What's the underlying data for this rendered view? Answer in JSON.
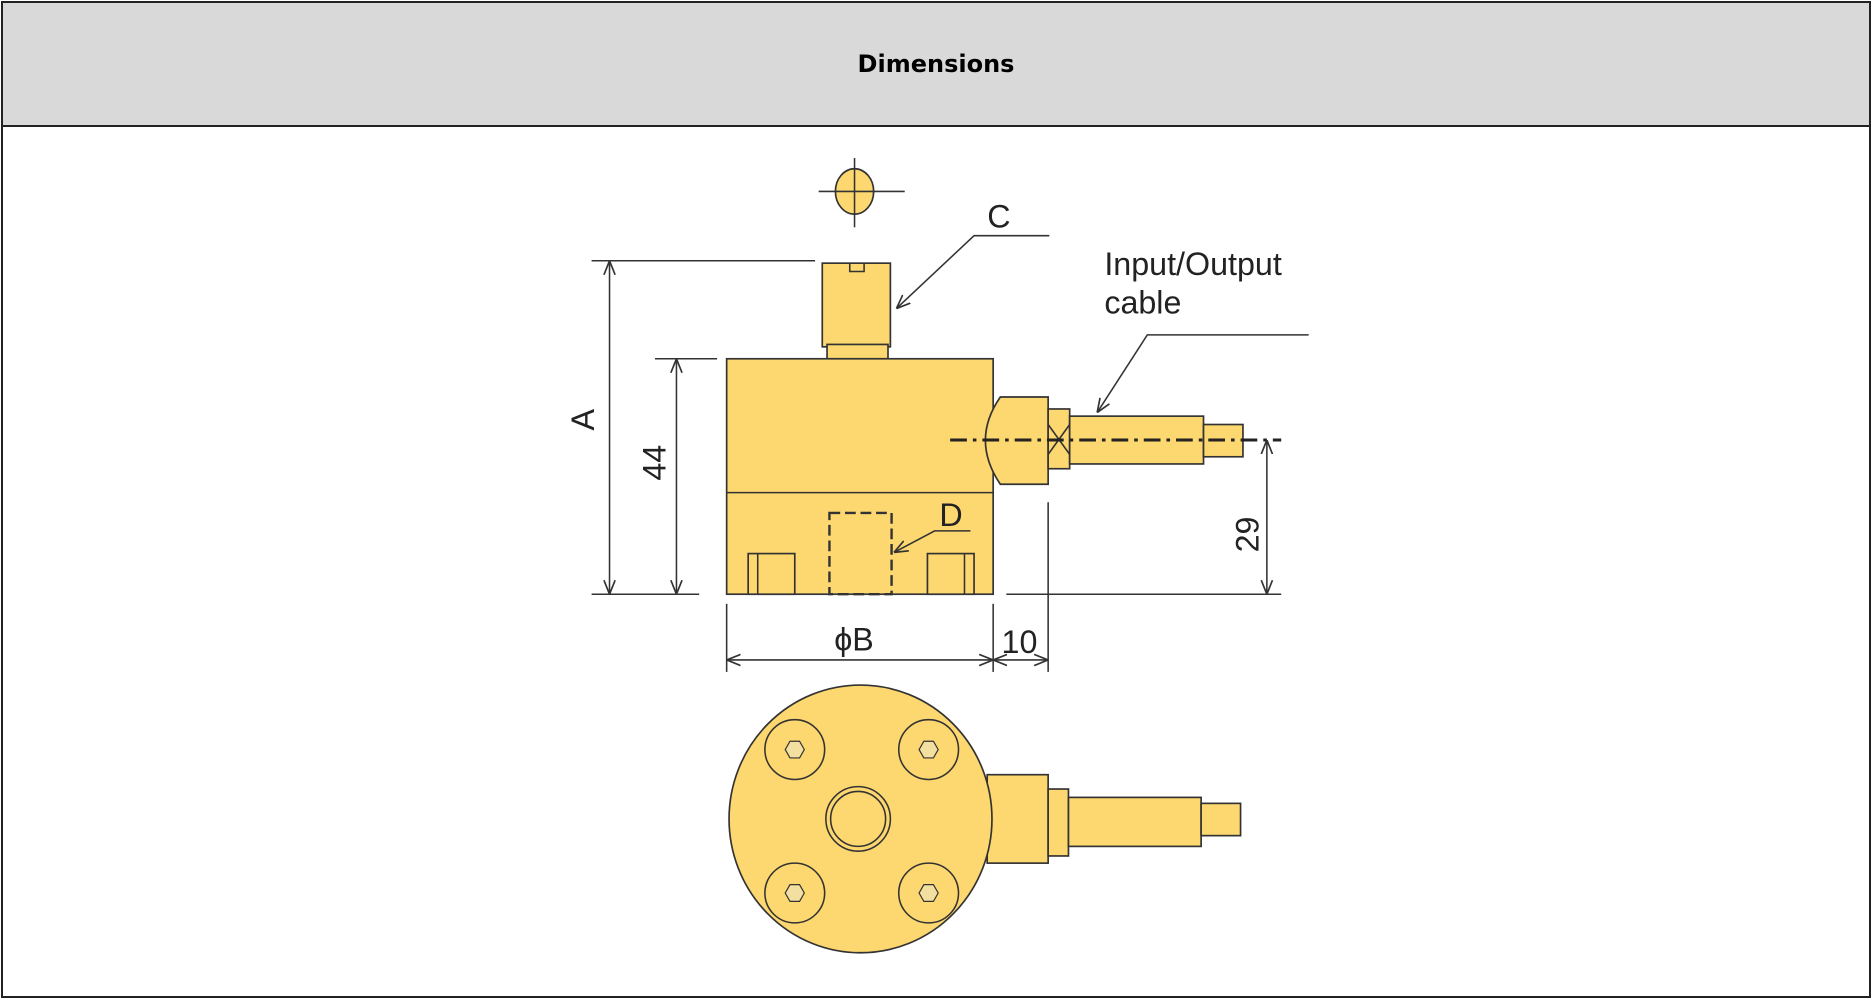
{
  "header": {
    "title": "Dimensions"
  },
  "drawing": {
    "fill_color": "#FDD76F",
    "labels": {
      "a": "A",
      "b": "ϕB",
      "c": "C",
      "d": "D",
      "height_44": "44",
      "height_29": "29",
      "offset_10": "10",
      "cable_line1": "Input/Output",
      "cable_line2": "cable"
    }
  }
}
